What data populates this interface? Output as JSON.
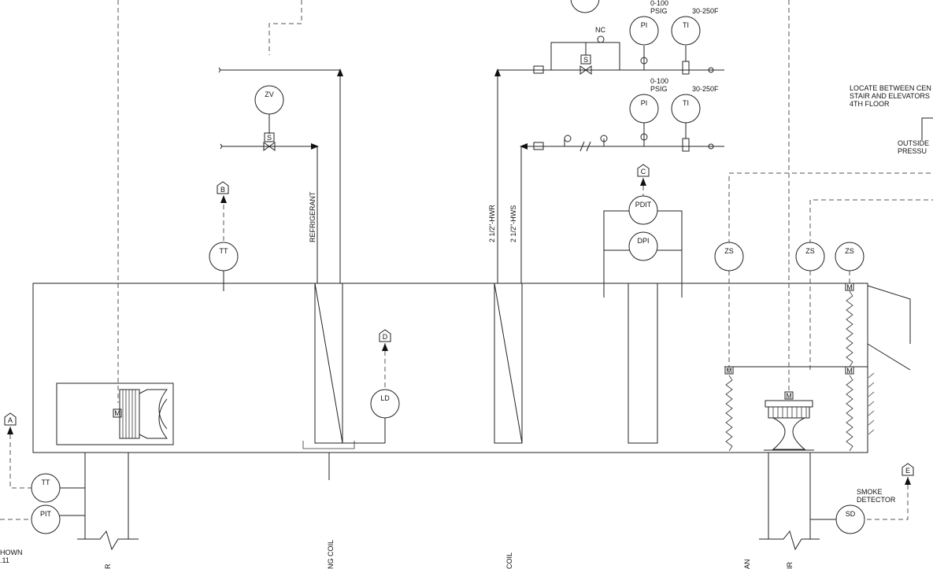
{
  "instruments": {
    "zv": "ZV",
    "tt_upper": "TT",
    "pi_top": "PI",
    "ti_top": "TI",
    "pi_mid": "PI",
    "ti_mid": "TI",
    "pdit": "PDIT",
    "dpi": "DPI",
    "ld": "LD",
    "zs_left": "ZS",
    "zs_mid": "ZS",
    "zs_right": "ZS",
    "tt_lower": "TT",
    "pit": "PIT",
    "sd": "SD"
  },
  "tags": {
    "a": "A",
    "b": "B",
    "c": "C",
    "d": "D",
    "e": "E",
    "s_valve_left": "S",
    "s_valve_top": "S",
    "m_fan_left": "M",
    "m_damper_top": "M",
    "m_damper_left": "M",
    "m_damper_right": "M",
    "m_fan_right": "M"
  },
  "labels": {
    "range_top": "0-100\nPSIG",
    "temp_top": "30-250F",
    "range_mid": "0-100\nPSIG",
    "temp_mid": "30-250F",
    "nc": "NC",
    "refrigerant": "REFRIGERANT",
    "hwr": "2 1/2\"-HWR",
    "hws": "2 1/2\"-HWS",
    "locate_note": "LOCATE BETWEEN CEN\nSTAIR AND ELEVATORS\n4TH FLOOR",
    "outside_note": "OUTSIDE\nPRESSU",
    "smoke_detector": "SMOKE\nDETECTOR",
    "shown_note": "HOWN\n.11",
    "bottom_r": "R",
    "bottom_coil_1": "NG COIL",
    "bottom_coil_2": "COIL",
    "bottom_an": "AN",
    "bottom_ir": "IR"
  }
}
